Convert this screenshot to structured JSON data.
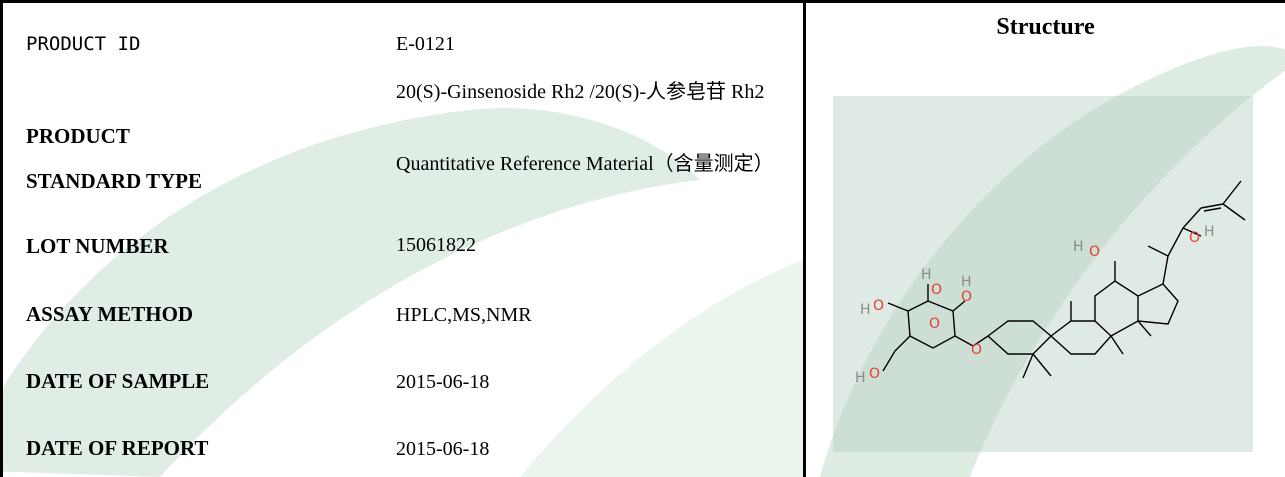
{
  "document": {
    "rows": [
      {
        "label": "PRODUCT ID",
        "value": "E-0121"
      },
      {
        "label": "PRODUCT",
        "value": "20(S)-Ginsenoside Rh2 /20(S)-人参皂苷 Rh2"
      },
      {
        "label": "STANDARD TYPE",
        "value": "Quantitative Reference Material（含量测定）"
      },
      {
        "label": "LOT NUMBER",
        "value": "15061822"
      },
      {
        "label": "ASSAY METHOD",
        "value": "HPLC,MS,NMR"
      },
      {
        "label": "DATE OF SAMPLE",
        "value": "2015-06-18"
      },
      {
        "label": "DATE OF REPORT",
        "value": "2015-06-18"
      }
    ],
    "structure": {
      "title": "Structure",
      "atom_labels": {
        "hydroxyl": "H",
        "oxygen": "O"
      }
    }
  },
  "colors": {
    "watermark": "#cfe3d6",
    "structure_bg": "#c7d8cc",
    "oxygen": "#e53b2e",
    "hydrogen": "#8a8a8a",
    "bond": "#000000"
  }
}
